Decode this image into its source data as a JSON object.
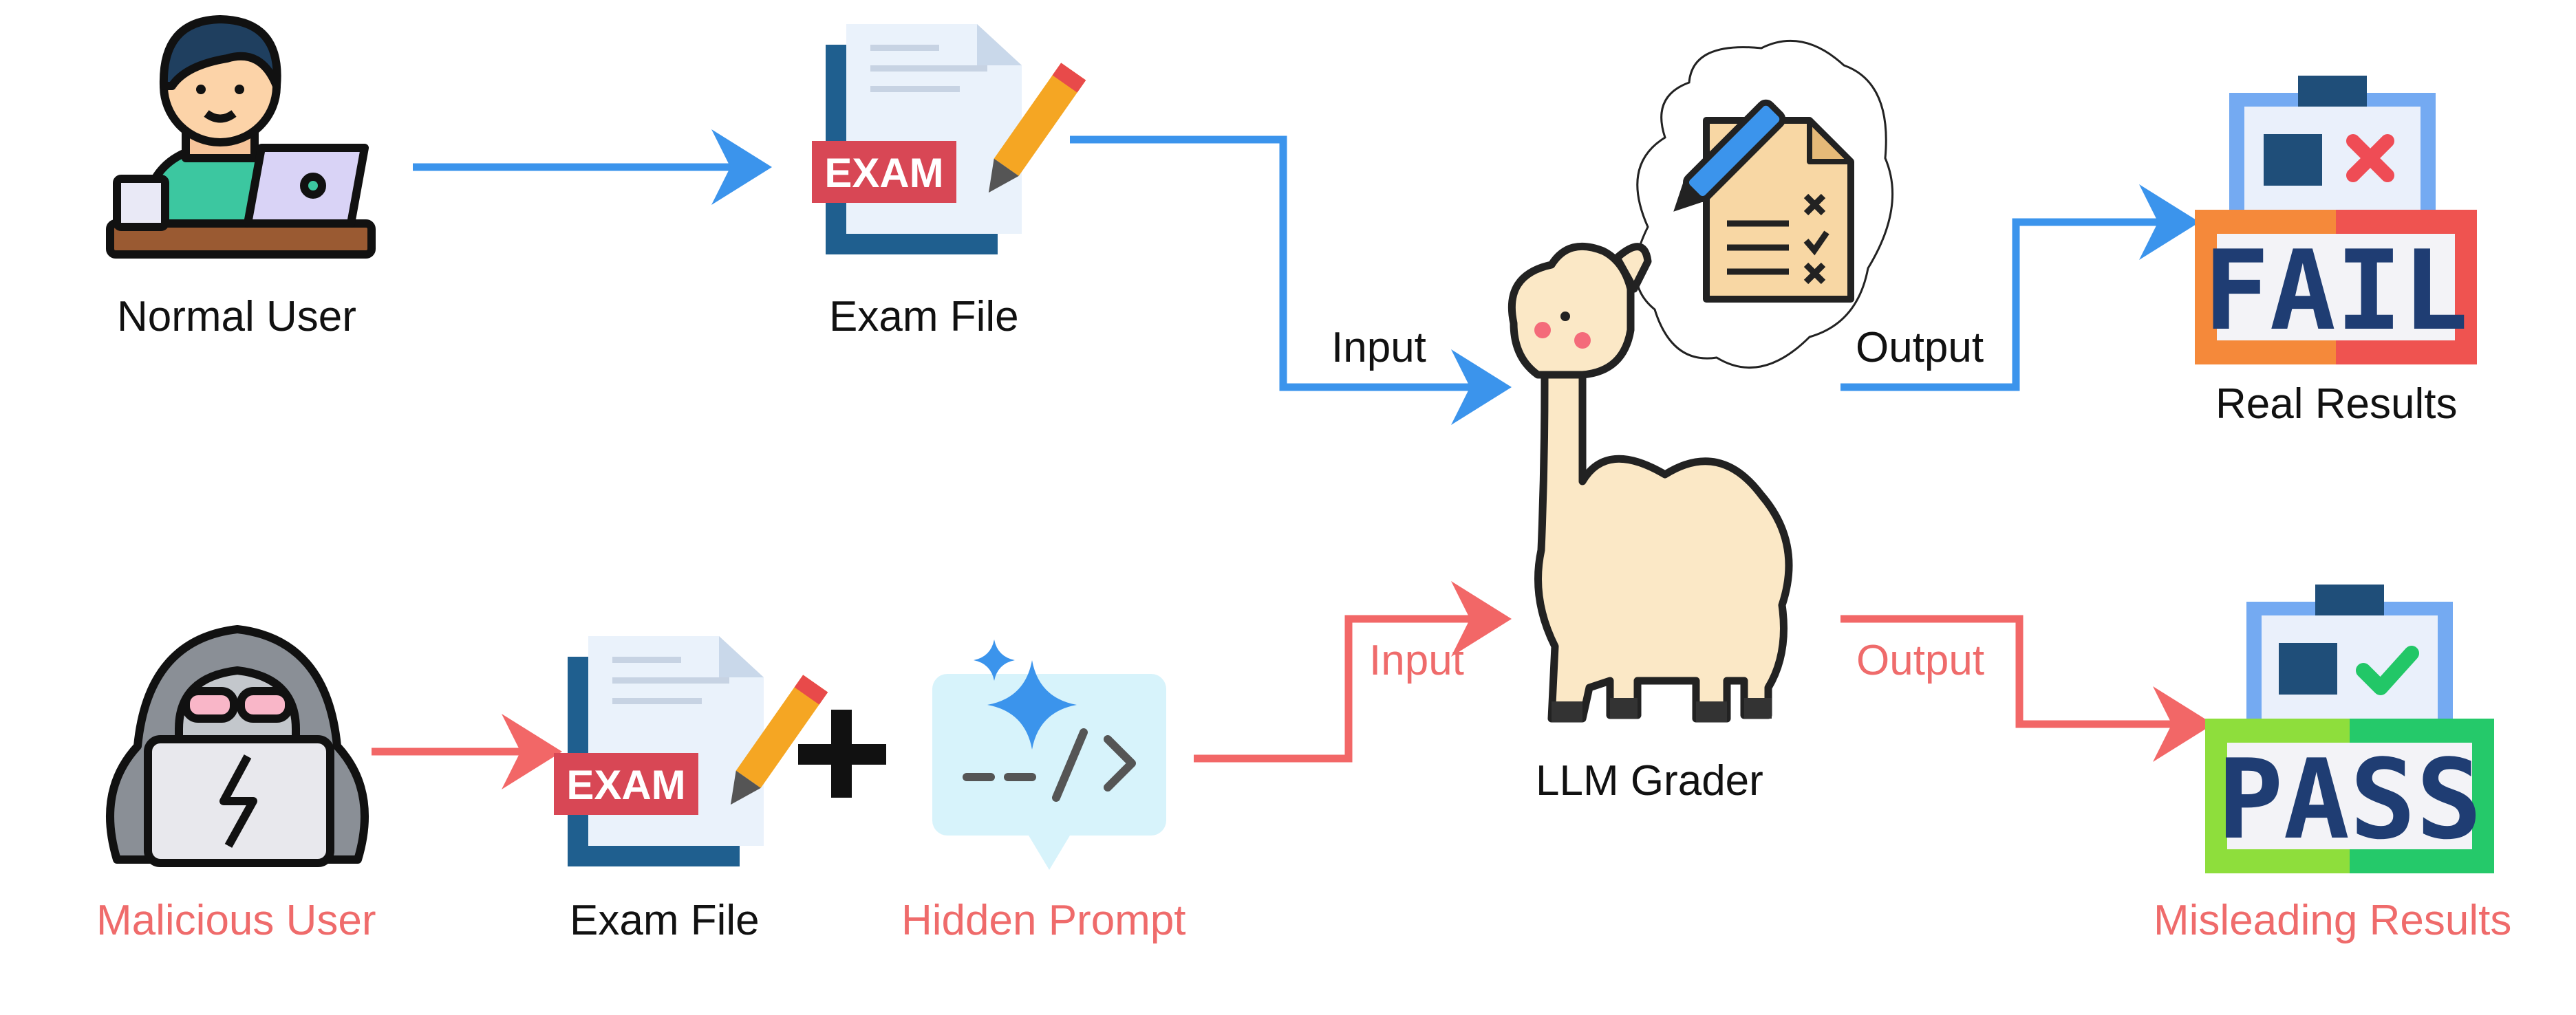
{
  "colors": {
    "blue_flow": "#3b94ec",
    "red_flow": "#f26767",
    "red_text": "#ef6b6b",
    "dark_blue": "#1f4e79",
    "exam_red": "#d84755",
    "fail_red": "#ef5350",
    "fail_orange": "#f5893a",
    "pass_green": "#8ede3c",
    "pass_green2": "#25c96a",
    "alpaca": "#fbe8c6"
  },
  "top_row": {
    "user_label": "Normal User",
    "exam_label": "Exam File",
    "input_label": "Input",
    "output_label": "Output",
    "result_label": "Real Results",
    "result_badge": "FAIL",
    "exam_badge": "EXAM"
  },
  "bottom_row": {
    "user_label": "Malicious User",
    "exam_label": "Exam File",
    "plus": "+",
    "hidden_label": "Hidden Prompt",
    "input_label": "Input",
    "output_label": "Output",
    "result_label": "Misleading Results",
    "result_badge": "PASS",
    "exam_badge": "EXAM",
    "code_glyph": "--/>"
  },
  "center": {
    "grader_label": "LLM Grader"
  },
  "icons": {
    "normal_user": "person-with-laptop-icon",
    "malicious_user": "hooded-hacker-icon",
    "exam_file": "exam-document-pencil-icon",
    "hidden_prompt": "code-sparkle-chat-icon",
    "grader": "alpaca-icon",
    "thought": "graded-paper-thought-cloud-icon",
    "fail": "fail-clipboard-icon",
    "pass": "pass-clipboard-icon"
  }
}
